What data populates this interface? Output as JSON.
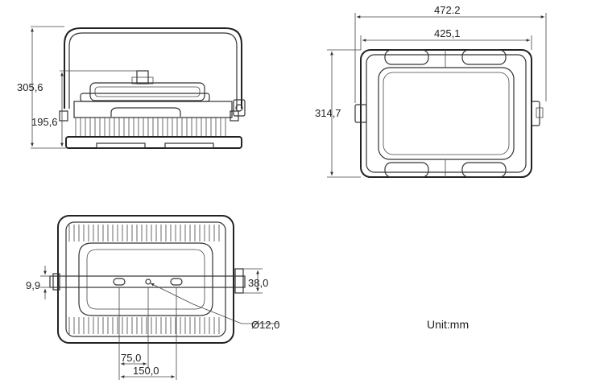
{
  "unit_label": "Unit:mm",
  "side_view": {
    "height_total": "305,6",
    "height_body": "195,6"
  },
  "front_view": {
    "width_overall": "472.2",
    "width_body": "425,1",
    "height": "314,7"
  },
  "bottom_view": {
    "offset_left": "9,9",
    "bracket_height": "38,0",
    "hole_diameter": "Ø12,0",
    "hole_spacing_half": "75,0",
    "hole_spacing_full": "150,0"
  }
}
